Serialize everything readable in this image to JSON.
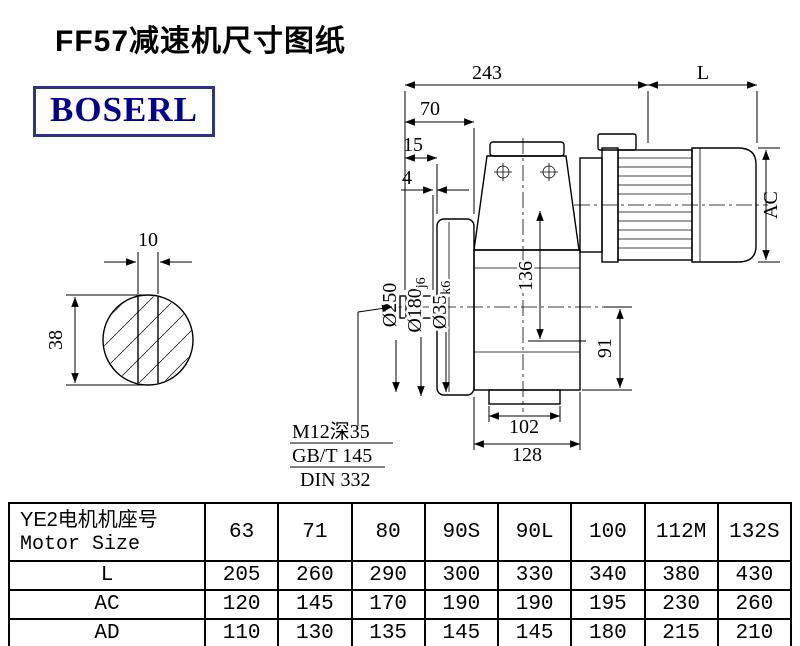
{
  "page": {
    "title": "FF57减速机尺寸图纸",
    "logo_text": "BOSERL"
  },
  "colors": {
    "logo_border": "#31318c",
    "logo_text": "#000097",
    "line": "#000000"
  },
  "drawing": {
    "dims": {
      "top_width": "243",
      "motor_length": "L",
      "d70": "70",
      "d15": "15",
      "d4": "4",
      "motor_diameter": "AC",
      "flange_od": "Ø250",
      "spigot_d": "Ø180",
      "spigot_tol": "j6",
      "shaft_d": "Ø35",
      "shaft_tol": "k6",
      "axis_offset": "136",
      "d91": "91",
      "d102": "102",
      "d128": "128",
      "keyway_width": "10",
      "bore_d": "38",
      "note_tap": "M12深35",
      "note_gb": "GB/T 145",
      "note_din": "DIN 332"
    }
  },
  "table": {
    "header": {
      "line1": "YE2电机机座号",
      "line2": "Motor Size"
    },
    "sizes": [
      "63",
      "71",
      "80",
      "90S",
      "90L",
      "100",
      "112M",
      "132S"
    ],
    "rows": [
      {
        "label": "L",
        "values": [
          "205",
          "260",
          "290",
          "300",
          "330",
          "340",
          "380",
          "430"
        ]
      },
      {
        "label": "AC",
        "values": [
          "120",
          "145",
          "170",
          "190",
          "190",
          "195",
          "230",
          "260"
        ]
      },
      {
        "label": "AD",
        "values": [
          "110",
          "130",
          "135",
          "145",
          "145",
          "180",
          "215",
          "210"
        ]
      }
    ]
  }
}
